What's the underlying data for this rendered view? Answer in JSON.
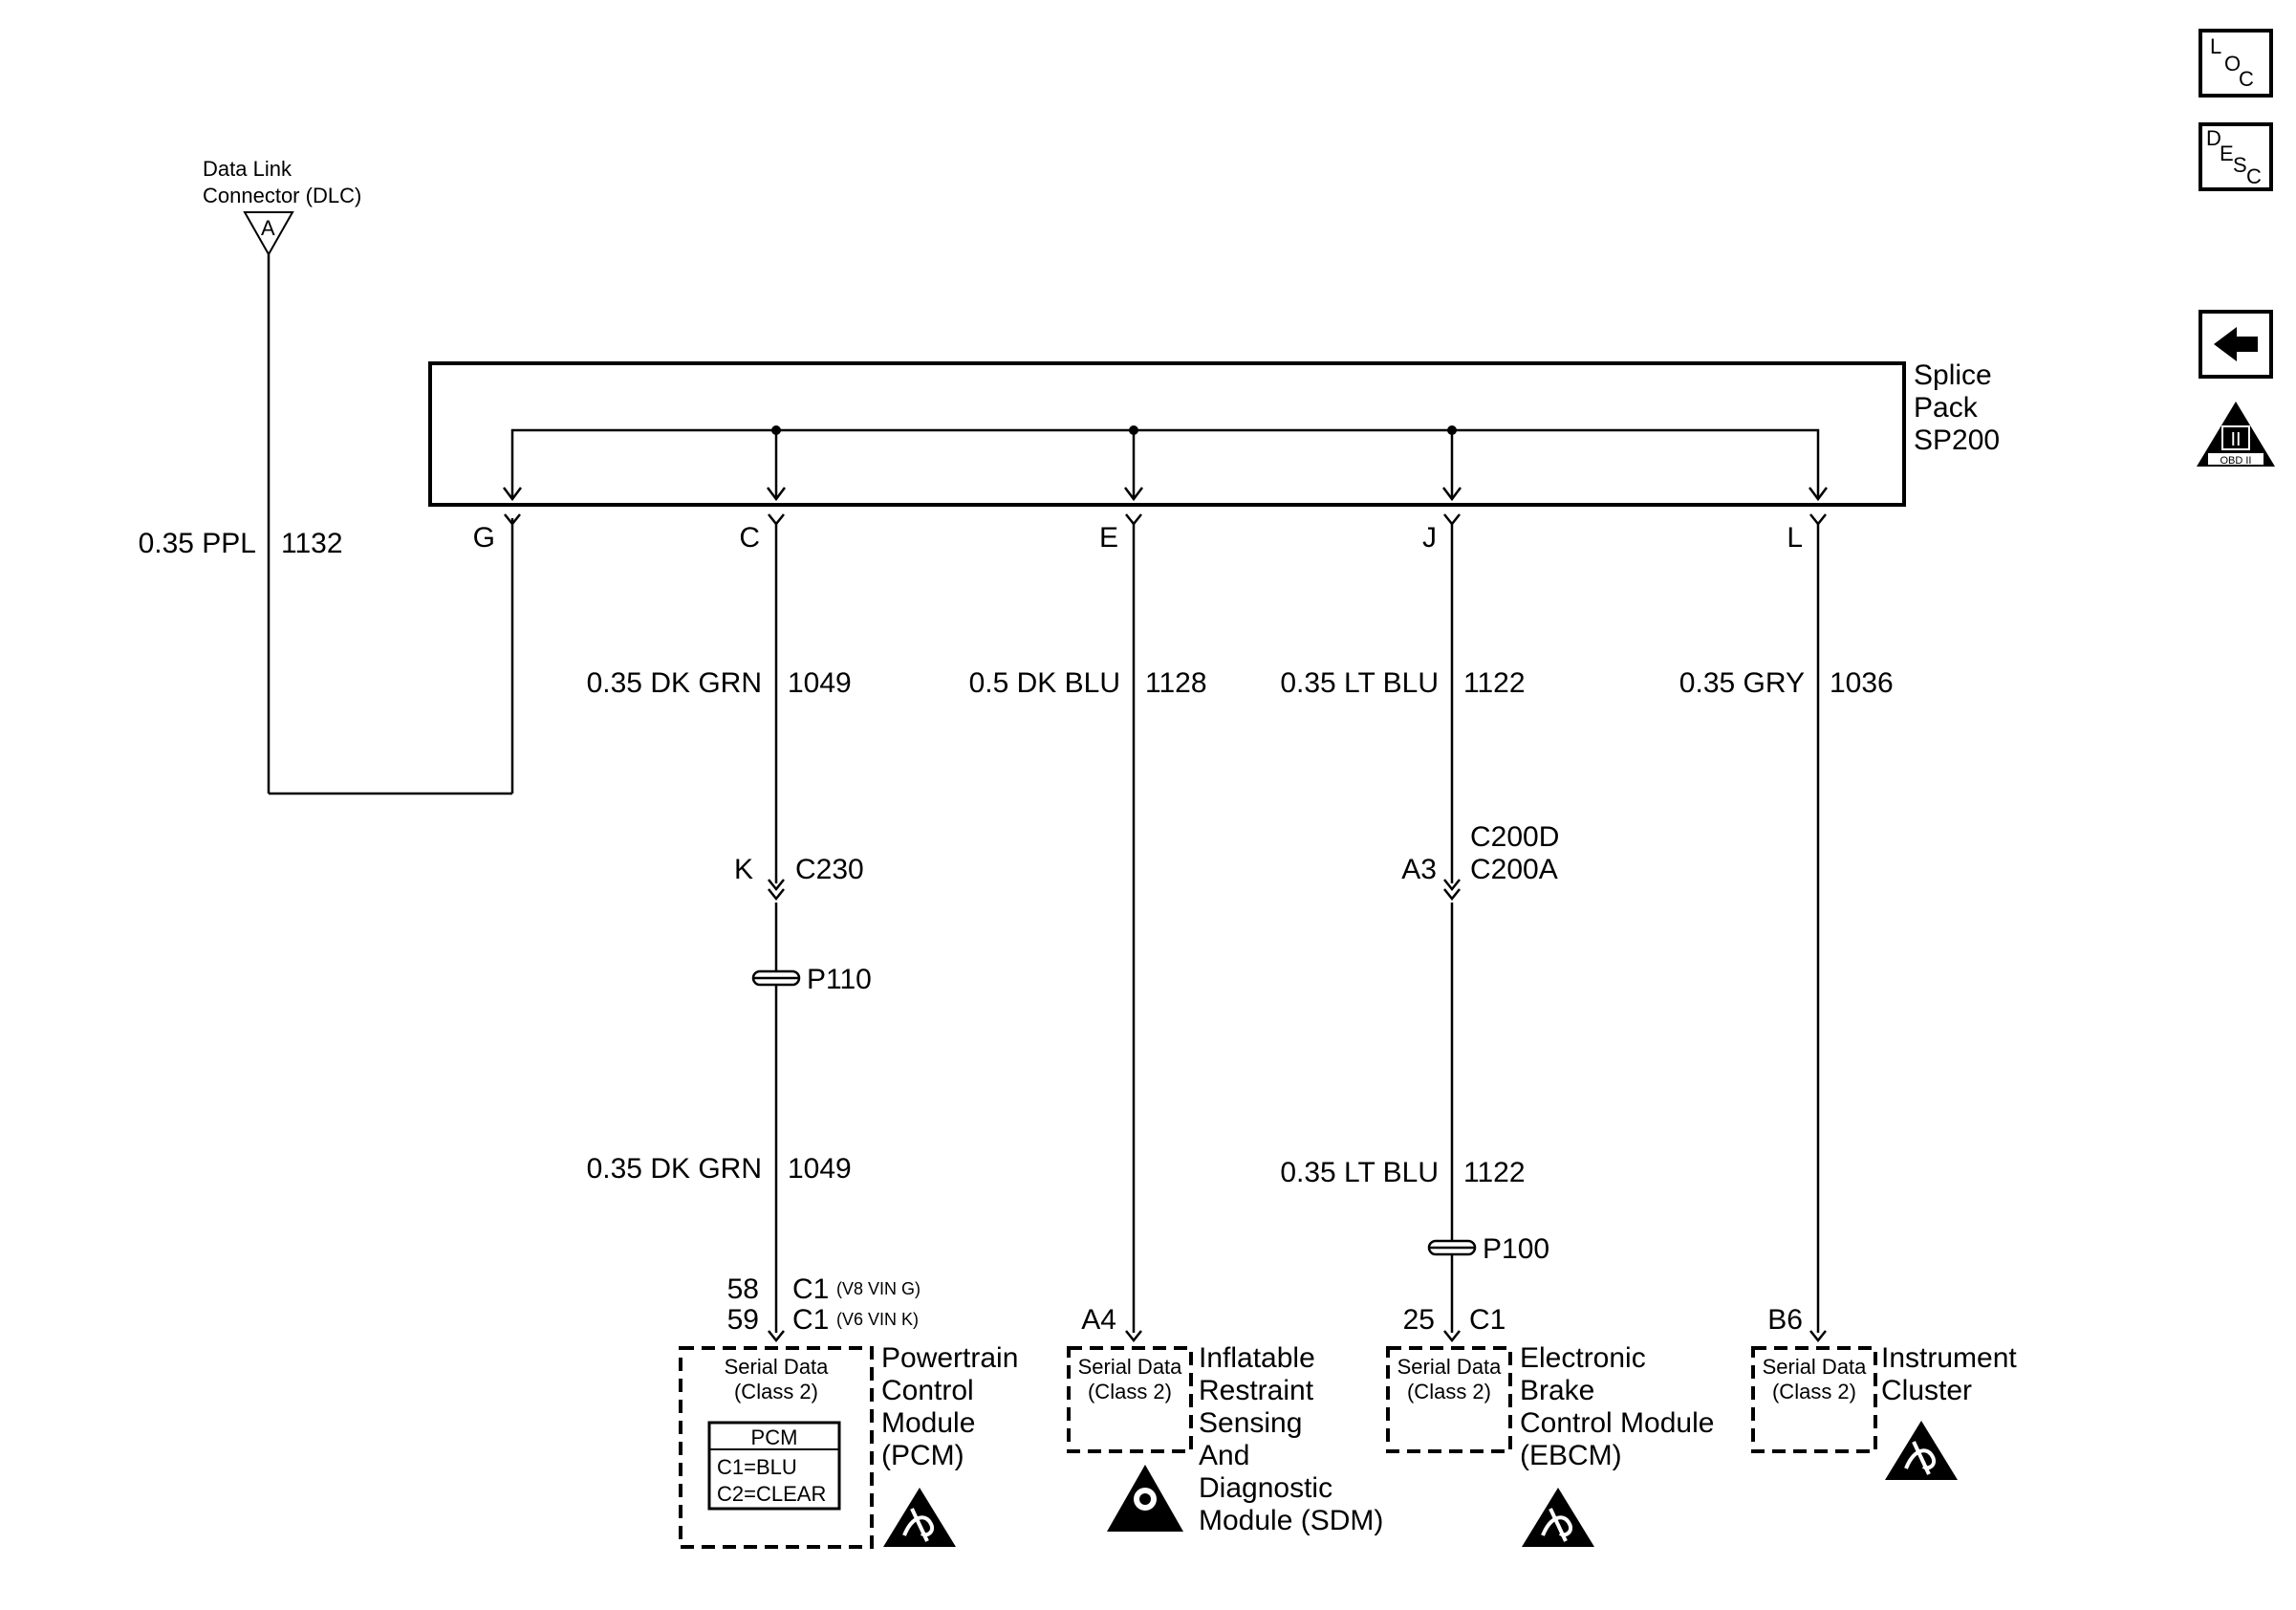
{
  "dlc": {
    "title_line1": "Data Link",
    "title_line2": "Connector (DLC)",
    "pin": "A",
    "wire_size_color": "0.35 PPL",
    "circuit": "1132"
  },
  "splice_pack": {
    "line1": "Splice",
    "line2": "Pack",
    "line3": "SP200"
  },
  "branches": [
    {
      "pin": "G"
    },
    {
      "pin": "C",
      "wire_upper": "0.35 DK GRN",
      "circuit_upper": "1049"
    },
    {
      "pin": "E",
      "wire_upper": "0.5 DK BLU",
      "circuit_upper": "1128"
    },
    {
      "pin": "J",
      "wire_upper": "0.35 LT BLU",
      "circuit_upper": "1122"
    },
    {
      "pin": "L",
      "wire_upper": "0.35 GRY",
      "circuit_upper": "1036"
    }
  ],
  "pcm_branch": {
    "conn_pin": "K",
    "conn_name": "C230",
    "ground_point": "P110",
    "wire_lower": "0.35 DK GRN",
    "circuit_lower": "1049",
    "pin1": "58",
    "conn1": "C1",
    "note1": "(V8 VIN G)",
    "pin2": "59",
    "conn2": "C1",
    "note2": "(V6 VIN K)"
  },
  "ebcm_branch": {
    "conn_pin": "A3",
    "conn_name1": "C200D",
    "conn_name2": "C200A",
    "wire_lower": "0.35 LT BLU",
    "circuit_lower": "1122",
    "ground_point": "P100",
    "pin": "25",
    "conn": "C1"
  },
  "sdm_branch": {
    "pin": "A4"
  },
  "ipc_branch": {
    "pin": "B6"
  },
  "serial_data": {
    "line1": "Serial Data",
    "line2": "(Class 2)"
  },
  "modules": {
    "pcm": {
      "l1": "Powertrain",
      "l2": "Control",
      "l3": "Module",
      "l4": "(PCM)",
      "legend_title": "PCM",
      "legend_l1": "C1=BLU",
      "legend_l2": "C2=CLEAR"
    },
    "sdm": {
      "l1": "Inflatable",
      "l2": "Restraint",
      "l3": "Sensing",
      "l4": "And",
      "l5": "Diagnostic",
      "l6": "Module (SDM)"
    },
    "ebcm": {
      "l1": "Electronic",
      "l2": "Brake",
      "l3": "Control Module",
      "l4": "(EBCM)"
    },
    "ipc": {
      "l1": "Instrument",
      "l2": "Cluster"
    }
  },
  "side_icons": {
    "loc": [
      "L",
      "O",
      "C"
    ],
    "desc": [
      "D",
      "E",
      "S",
      "C"
    ],
    "back": "arrow-left-icon",
    "obd": {
      "roman": "II",
      "label": "OBD II"
    }
  }
}
